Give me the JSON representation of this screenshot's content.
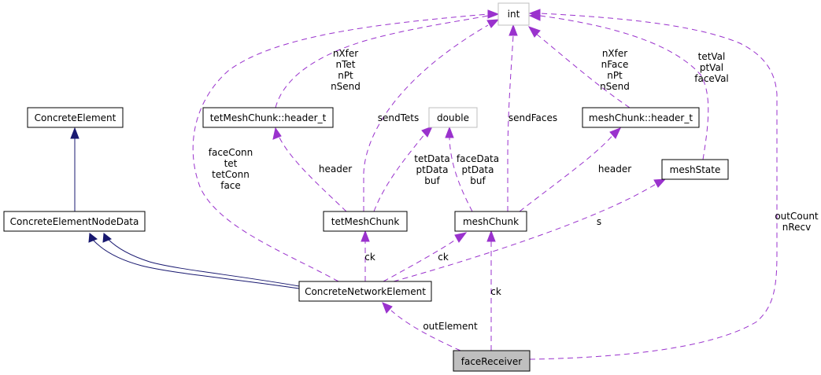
{
  "diagram": {
    "type": "doxygen-collaboration-graph",
    "focus_node": "faceReceiver",
    "colors": {
      "inheritance_edge": "#191970",
      "usage_edge": "#9a32cd",
      "focus_fill": "#bfbfbf",
      "external_border": "#bfbfbf"
    },
    "nodes": {
      "int": "int",
      "double": "double",
      "concrete_element": "ConcreteElement",
      "tet_header": "tetMeshChunk::header_t",
      "mesh_header": "meshChunk::header_t",
      "mesh_state": "meshState",
      "node_data": "ConcreteElementNodeData",
      "tet_mesh_chunk": "tetMeshChunk",
      "mesh_chunk": "meshChunk",
      "network_element": "ConcreteNetworkElement",
      "face_receiver": "faceReceiver"
    },
    "edge_labels": {
      "tet_header_to_int": [
        "nXfer",
        "nTet",
        "nPt",
        "nSend"
      ],
      "mesh_header_to_int": [
        "nXfer",
        "nFace",
        "nPt",
        "nSend"
      ],
      "mesh_state_to_int": [
        "tetVal",
        "ptVal",
        "faceVal"
      ],
      "network_element_to_int": [
        "faceConn",
        "tet",
        "tetConn",
        "face"
      ],
      "tet_chunk_to_int": [
        "sendTets"
      ],
      "mesh_chunk_to_int": [
        "sendFaces"
      ],
      "tet_chunk_to_double": [
        "tetData",
        "ptData",
        "buf"
      ],
      "mesh_chunk_to_double": [
        "faceData",
        "ptData",
        "buf"
      ],
      "tet_chunk_to_header": [
        "header"
      ],
      "mesh_chunk_to_header": [
        "header"
      ],
      "network_to_mesh_state": [
        "s"
      ],
      "network_to_tet_chunk": [
        "ck"
      ],
      "network_to_mesh_chunk": [
        "ck"
      ],
      "receiver_to_mesh_chunk": [
        "ck"
      ],
      "receiver_to_network": [
        "outElement"
      ],
      "receiver_to_int": [
        "outCount",
        "nRecv"
      ]
    }
  }
}
